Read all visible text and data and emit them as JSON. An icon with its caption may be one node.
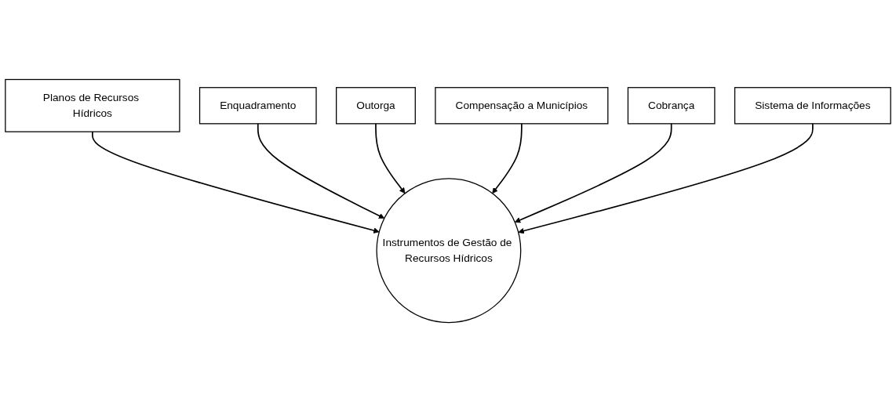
{
  "diagram": {
    "nodes": [
      {
        "text": [
          "Planos de Recursos Hídricos"
        ]
      },
      {
        "text": [
          "Enquadramento"
        ]
      },
      {
        "text": [
          "Instrumentos de Gestão de Recursos Hídricos"
        ]
      },
      {
        "text": [
          "Outorga"
        ]
      },
      {
        "text": [
          "Compensação a Municípios"
        ]
      },
      {
        "text": [
          "Cobrança"
        ]
      },
      {
        "text": [
          "Sistema de Informações"
        ]
      }
    ],
    "edges": [
      {
        "from": 0,
        "to": 2,
        "arrow": "to"
      },
      {
        "from": 1,
        "to": 2,
        "arrow": "to"
      },
      {
        "from": 3,
        "to": 2,
        "arrow": "to"
      },
      {
        "from": 4,
        "to": 2,
        "arrow": "to"
      },
      {
        "from": 5,
        "to": 2,
        "arrow": "to"
      },
      {
        "from": 6,
        "to": 2,
        "arrow": "to"
      }
    ]
  }
}
